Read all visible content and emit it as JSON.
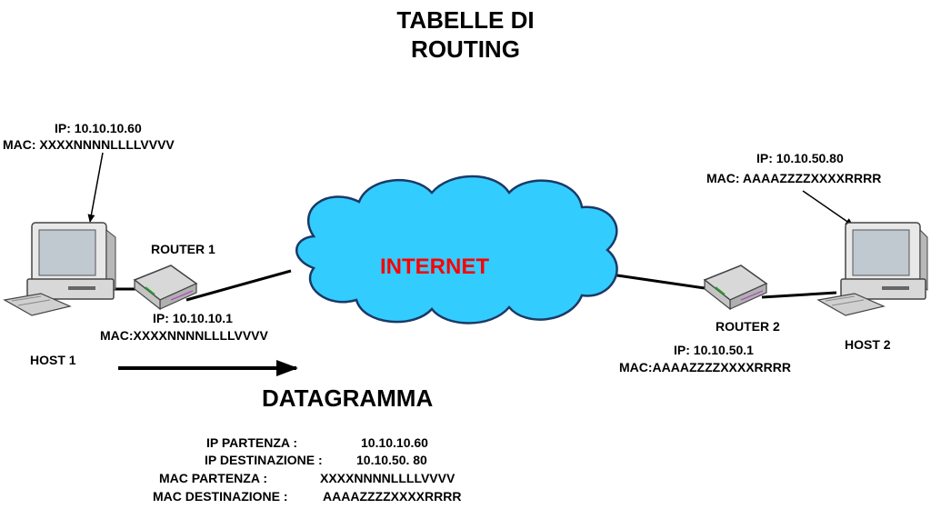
{
  "title": {
    "line1": "TABELLE  DI",
    "line2": "ROUTING"
  },
  "cloud": {
    "label": "INTERNET",
    "fill": "#33ccff",
    "text_color": "#ff0000"
  },
  "host1": {
    "name": "HOST 1",
    "ip": "IP: 10.10.10.60",
    "mac": "MAC: XXXXNNNNLLLLVVVV",
    "icon": "computer-icon"
  },
  "router1": {
    "name": "ROUTER 1",
    "ip": "IP: 10.10.10.1",
    "mac": "MAC:XXXXNNNNLLLLVVVV",
    "icon": "router-icon"
  },
  "router2": {
    "name": "ROUTER 2",
    "ip": "IP: 10.10.50.1",
    "mac": "MAC:AAAAZZZZXXXXRRRR",
    "icon": "router-icon"
  },
  "host2": {
    "name": "HOST 2",
    "ip": "IP: 10.10.50.80",
    "mac": "MAC: AAAAZZZZXXXXRRRR",
    "icon": "computer-icon"
  },
  "datagram": {
    "title": "DATAGRAMMA",
    "rows": [
      {
        "label": "IP PARTENZA :",
        "value": "10.10.10.60"
      },
      {
        "label": "IP DESTINAZIONE :",
        "value": "10.10.50. 80"
      },
      {
        "label": "MAC PARTENZA :",
        "value": "XXXXNNNNLLLLVVVV"
      },
      {
        "label": "MAC DESTINAZIONE :",
        "value": "AAAAZZZZXXXXRRRR"
      }
    ]
  }
}
